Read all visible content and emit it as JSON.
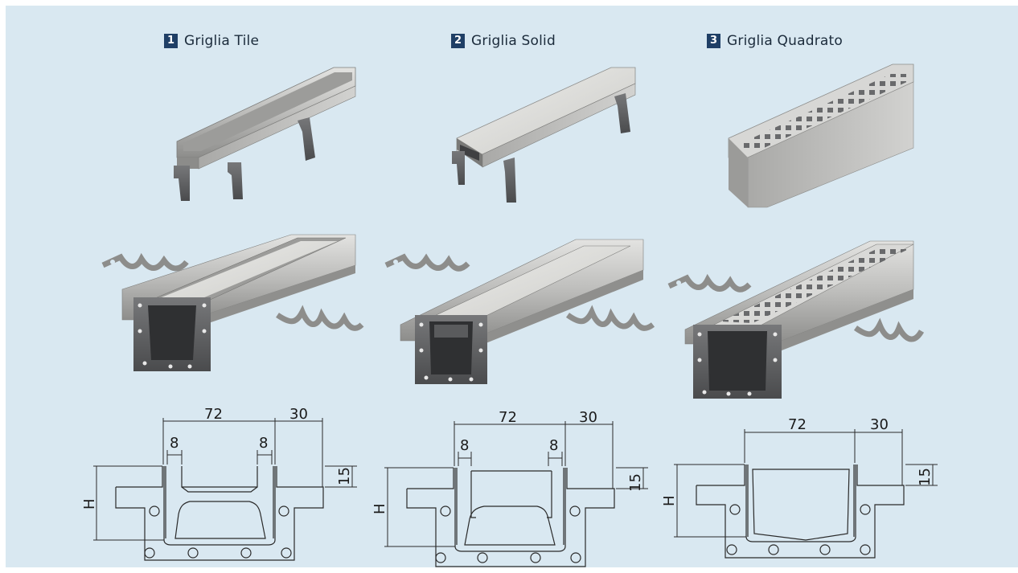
{
  "products": [
    {
      "number": "1",
      "name": "Griglia Tile"
    },
    {
      "number": "2",
      "name": "Griglia Solid"
    },
    {
      "number": "3",
      "name": "Griglia Quadrato"
    }
  ],
  "dimensions": {
    "inner": "72",
    "flange": "30",
    "depth": "15",
    "gap": "8",
    "height": "H"
  }
}
